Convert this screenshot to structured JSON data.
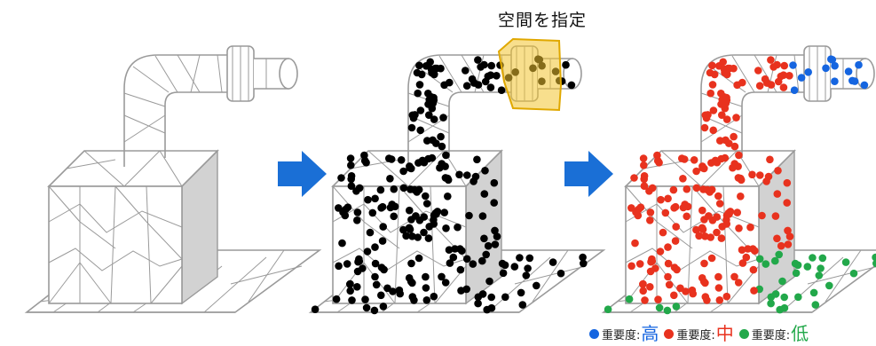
{
  "callout": {
    "label": "空間を指定"
  },
  "legend": {
    "items": [
      {
        "label": "重要度:",
        "level": "高",
        "color": "#1565e0"
      },
      {
        "label": "重要度:",
        "level": "中",
        "color": "#e8321e"
      },
      {
        "label": "重要度:",
        "level": "低",
        "color": "#22a84a"
      }
    ]
  },
  "colors": {
    "mesh": "#9a9a9a",
    "face_shade": "#d2d2d2",
    "arrow": "#1a6fd6",
    "point": "#000000",
    "highlight": "#f2c430",
    "high": "#1565e0",
    "mid": "#e8321e",
    "low": "#22a84a"
  }
}
